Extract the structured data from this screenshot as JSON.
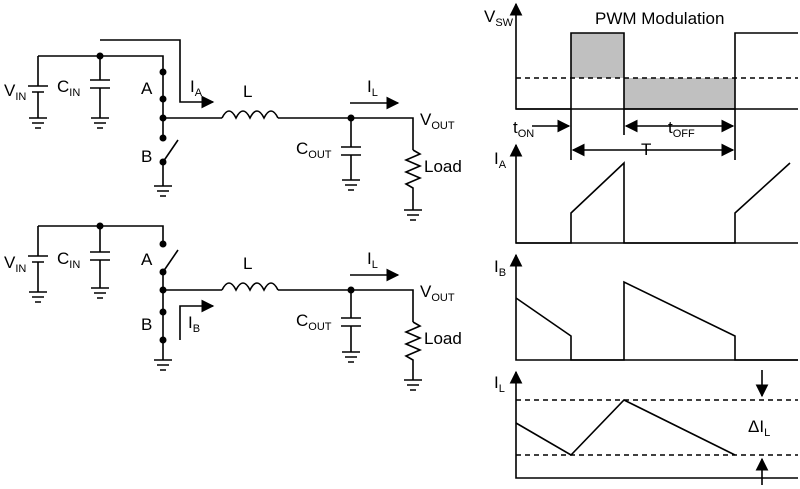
{
  "waveforms": {
    "title": "PWM Modulation",
    "vsw_label": "V",
    "vsw_sub": "SW",
    "ia_label": "I",
    "ia_sub": "A",
    "ib_label": "I",
    "ib_sub": "B",
    "il_label": "I",
    "il_sub": "L",
    "ton_label": "t",
    "ton_sub": "ON",
    "toff_label": "t",
    "toff_sub": "OFF",
    "period_label": "T",
    "ripple_label": "ΔI",
    "ripple_sub": "L",
    "fill_color": "#c0c0c0"
  },
  "circuit_top": {
    "vin_label": "V",
    "vin_sub": "IN",
    "cin_label": "C",
    "cin_sub": "IN",
    "switch_a": "A",
    "switch_b": "B",
    "current_label": "I",
    "current_sub": "A",
    "inductor_label": "L",
    "il_label": "I",
    "il_sub": "L",
    "vout_label": "V",
    "vout_sub": "OUT",
    "cout_label": "C",
    "cout_sub": "OUT",
    "load_label": "Load"
  },
  "circuit_bottom": {
    "vin_label": "V",
    "vin_sub": "IN",
    "cin_label": "C",
    "cin_sub": "IN",
    "switch_a": "A",
    "switch_b": "B",
    "current_label": "I",
    "current_sub": "B",
    "inductor_label": "L",
    "il_label": "I",
    "il_sub": "L",
    "vout_label": "V",
    "vout_sub": "OUT",
    "cout_label": "C",
    "cout_sub": "OUT",
    "load_label": "Load"
  }
}
